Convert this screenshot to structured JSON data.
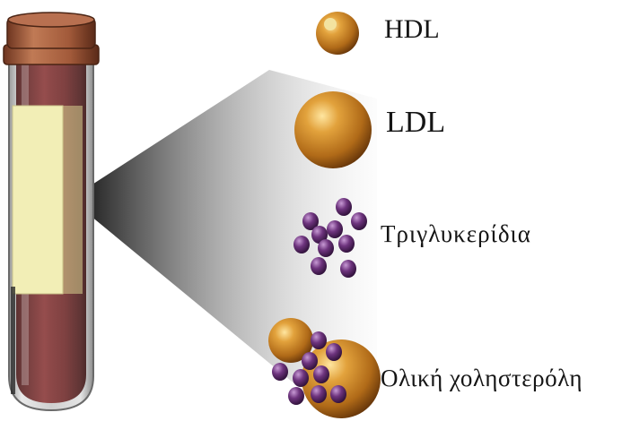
{
  "labels": {
    "hdl": "HDL",
    "ldl": "LDL",
    "triglycerides": "Τριγλυκερίδια",
    "total_cholesterol": "Ολική χοληστερόλη"
  },
  "colors": {
    "lipoprotein_gold": "#c6841c",
    "triglyceride_purple": "#5a2a6a",
    "tube_cap": "#a25a3a",
    "tube_label": "#f2eeb6",
    "blood": "#7a2a2a"
  }
}
